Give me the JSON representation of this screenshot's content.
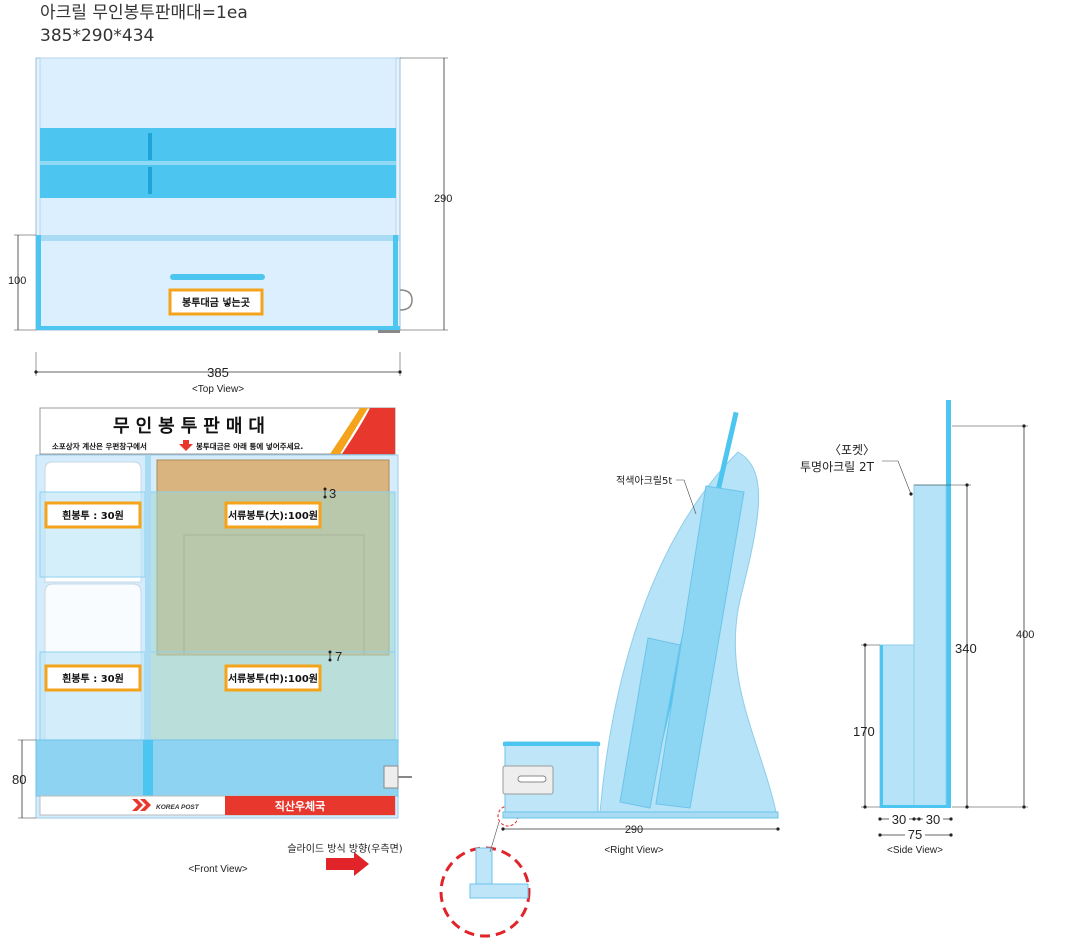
{
  "header": {
    "title": "아크릴 무인봉투판매대=1ea",
    "size": "385*290*434"
  },
  "top_view": {
    "dim_height": "290",
    "dim_lower": "100",
    "dim_width": "385",
    "slot_label": "봉투대금 넣는곳",
    "caption": "<Top View>"
  },
  "front_view": {
    "sign_title": "무인봉투판매대",
    "sign_left_note": "소포상자 계산은 우편창구에서",
    "sign_right_note": "봉투대금은 아래 통에 넣어주세요.",
    "price_white_top": "흰봉투 : 30원",
    "price_brown_top": "서류봉투(大):100원",
    "price_white_bottom": "흰봉투 : 30원",
    "price_brown_bottom": "서류봉투(中):100원",
    "dim_3": "3",
    "dim_7": "7",
    "dim_80": "80",
    "korea_post": "KOREA POST",
    "office_name": "직산우체국",
    "caption": "<Front View>"
  },
  "slide_note": "슬라이드 방식 방향(우측면)",
  "right_view": {
    "material_note": "적색아크릴5t",
    "dim_depth": "290",
    "caption": "<Right View>"
  },
  "side_view": {
    "pocket_title": "〈포켓〉",
    "pocket_material": "투명아크릴 2T",
    "dim_400": "400",
    "dim_340": "340",
    "dim_170": "170",
    "dim_30a": "30",
    "dim_30b": "30",
    "dim_75": "75",
    "caption": "<Side View>"
  },
  "colors": {
    "acrylic_light": "#dcefff",
    "acrylic_blue": "#4cc6f0",
    "acrylic_mid": "#a9dcf4",
    "kraft": "#d9b47e",
    "sign_red": "#e8372c",
    "label_border": "#f5a31a",
    "callout_red": "#e0242a"
  }
}
